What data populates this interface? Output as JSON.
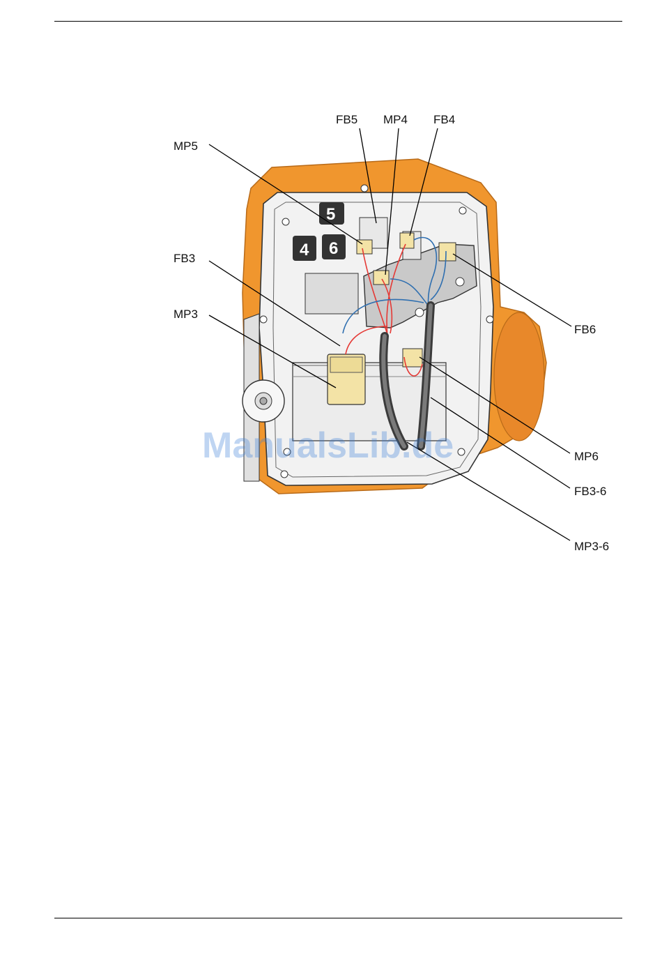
{
  "callouts": {
    "fb5": "FB5",
    "mp4": "MP4",
    "fb4": "FB4",
    "mp5": "MP5",
    "fb3": "FB3",
    "mp3": "MP3",
    "fb6": "FB6",
    "mp6": "MP6",
    "fb3_6": "FB3-6",
    "mp3_6": "MP3-6"
  },
  "panel_numbers": {
    "n5": "5",
    "n4": "4",
    "n6": "6"
  },
  "watermark": "ManualsLib.de",
  "colors": {
    "housing_orange": "#f0962e",
    "wire_red": "#e53935",
    "wire_blue": "#2f6fb0",
    "connector_yellow": "#f3e3a6",
    "panel_gray": "#c9c9c9"
  }
}
